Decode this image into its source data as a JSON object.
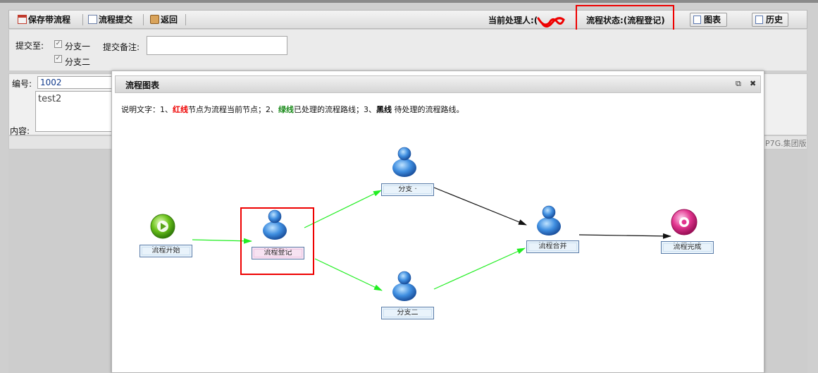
{
  "toolbar": {
    "save_label": "保存带流程",
    "submit_label": "流程提交",
    "back_label": "返回",
    "handler_label": "当前处理人:(",
    "status_label": "流程状态:(流程登记)",
    "chart_label": "图表",
    "history_label": "历史"
  },
  "form": {
    "submit_to_label": "提交至:",
    "branch1_label": "分支一",
    "branch2_label": "分支二",
    "note_label": "提交备注:",
    "number_label": "编号:",
    "number_value": "1002",
    "content_value": "test2",
    "content_label": "内容:",
    "edition_text": "P7G.集团版"
  },
  "modal": {
    "title": "流程图表",
    "legend_prefix": "说明文字：1、",
    "legend_red": "红线",
    "legend_mid1": "节点为流程当前节点；2、",
    "legend_green": "绿线",
    "legend_mid2": "已处理的流程路线；3、",
    "legend_black": "黑线",
    "legend_suffix": " 待处理的流程路线。"
  },
  "flow": {
    "nodes": [
      {
        "id": "start",
        "label": "流程开始",
        "icon": "start-icon"
      },
      {
        "id": "register",
        "label": "流程登记",
        "icon": "user-icon",
        "current": true
      },
      {
        "id": "branch1",
        "label": "分支 ·",
        "icon": "user-icon"
      },
      {
        "id": "branch2",
        "label": "分支二",
        "icon": "user-icon"
      },
      {
        "id": "merge",
        "label": "流程合并",
        "icon": "user-icon"
      },
      {
        "id": "end",
        "label": "流程完成",
        "icon": "end-icon"
      }
    ],
    "edges": [
      {
        "from": "start",
        "to": "register",
        "status": "processed"
      },
      {
        "from": "register",
        "to": "branch1",
        "status": "processed"
      },
      {
        "from": "register",
        "to": "branch2",
        "status": "processed"
      },
      {
        "from": "branch1",
        "to": "merge",
        "status": "pending"
      },
      {
        "from": "branch2",
        "to": "merge",
        "status": "processed"
      },
      {
        "from": "merge",
        "to": "end",
        "status": "pending"
      }
    ],
    "colors": {
      "processed": "#22ee22",
      "pending": "#111111",
      "current": "#ee0000"
    }
  }
}
